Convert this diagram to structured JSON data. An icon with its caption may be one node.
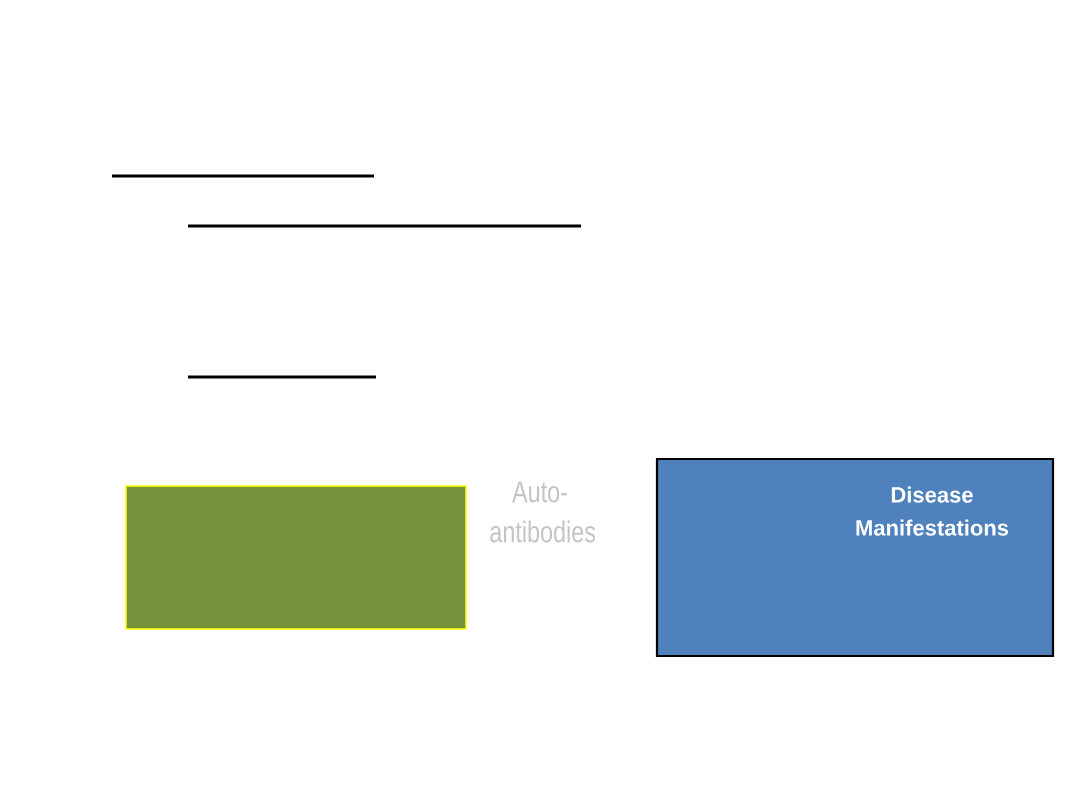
{
  "diagram": {
    "nodes": [
      {
        "text": [],
        "shape": "box"
      },
      {
        "text": [
          "Disease Manifestations"
        ]
      }
    ],
    "labels": [
      "Auto- antibodies"
    ]
  }
}
